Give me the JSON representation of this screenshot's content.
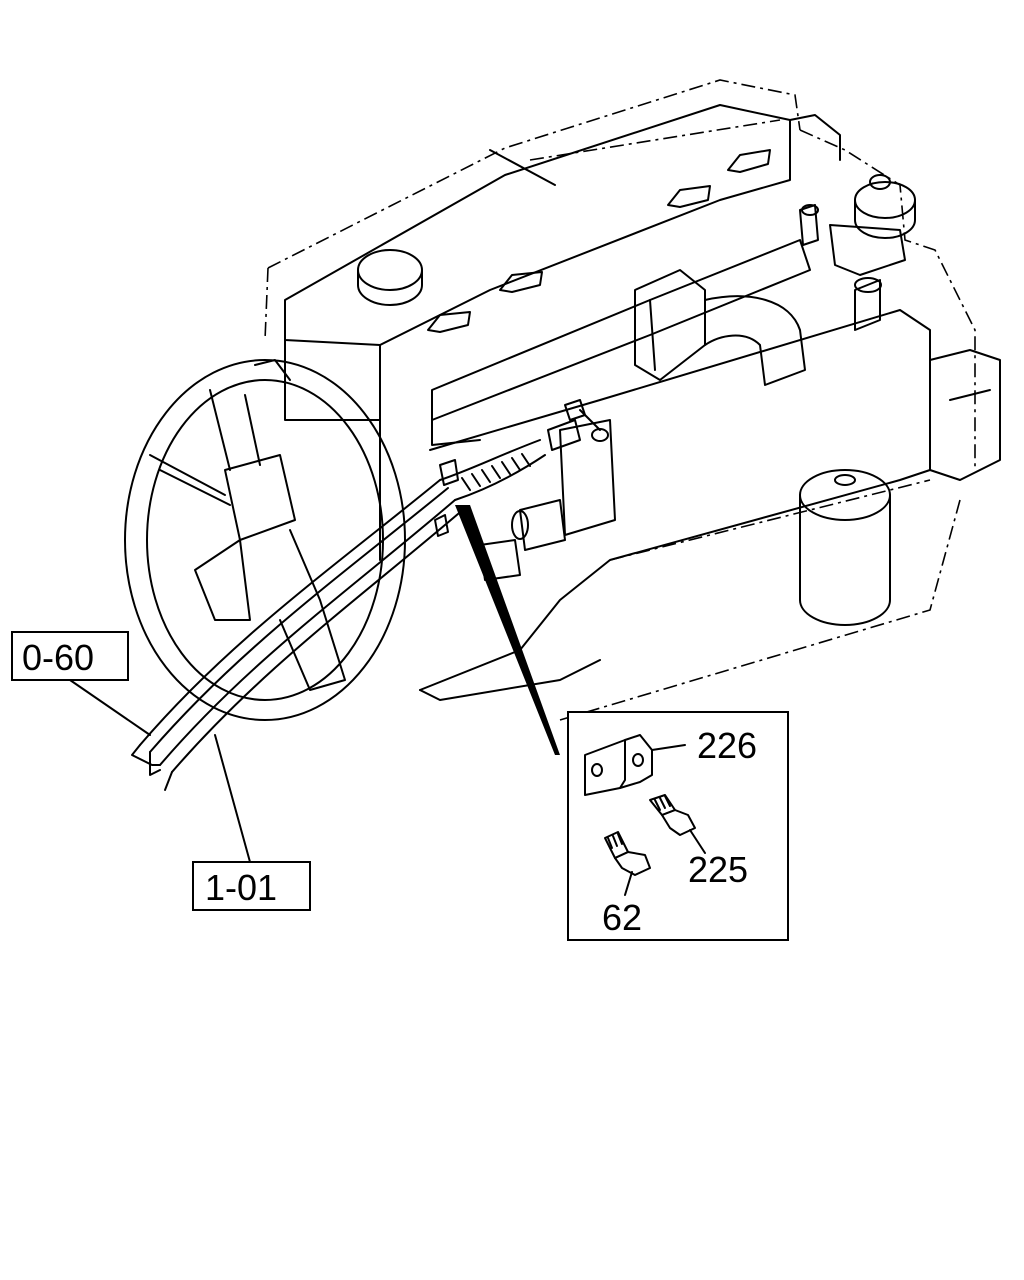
{
  "labels": {
    "ref_a": "0-60",
    "ref_b": "1-01",
    "part_bracket": "226",
    "part_bolt_small": "225",
    "part_bolt": "62"
  }
}
